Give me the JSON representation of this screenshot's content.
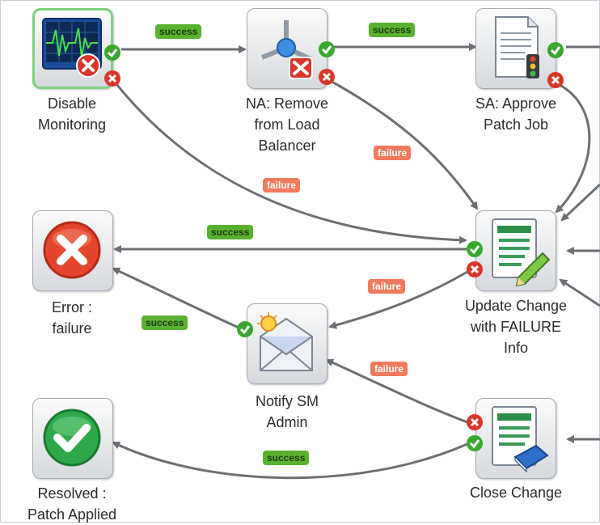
{
  "nodes": {
    "disable_monitoring": {
      "lines": [
        "Disable",
        "Monitoring"
      ]
    },
    "remove_lb": {
      "lines": [
        "NA: Remove",
        "from Load",
        "Balancer"
      ]
    },
    "approve_patch": {
      "lines": [
        "SA: Approve",
        "Patch Job"
      ]
    },
    "error": {
      "lines": [
        "Error :",
        "failure"
      ]
    },
    "update_change": {
      "lines": [
        "Update Change",
        "with FAILURE",
        "Info"
      ]
    },
    "notify_admin": {
      "lines": [
        "Notify SM",
        "Admin"
      ]
    },
    "resolved": {
      "lines": [
        "Resolved :",
        "Patch Applied"
      ]
    },
    "close_change": {
      "lines": [
        "Close Change"
      ]
    }
  },
  "edge_labels": {
    "dm_to_lb": "success",
    "lb_to_sa": "success",
    "lb_to_update": "failure",
    "dm_to_update": "failure",
    "update_to_error": "success",
    "update_to_notify": "failure",
    "notify_to_error": "success",
    "close_to_notify": "failure",
    "close_to_resolved": "success"
  },
  "colors": {
    "success": "#5ab12f",
    "failure": "#f07a5c",
    "edge": "#6b6f73",
    "selected_border": "#7fd17f"
  }
}
